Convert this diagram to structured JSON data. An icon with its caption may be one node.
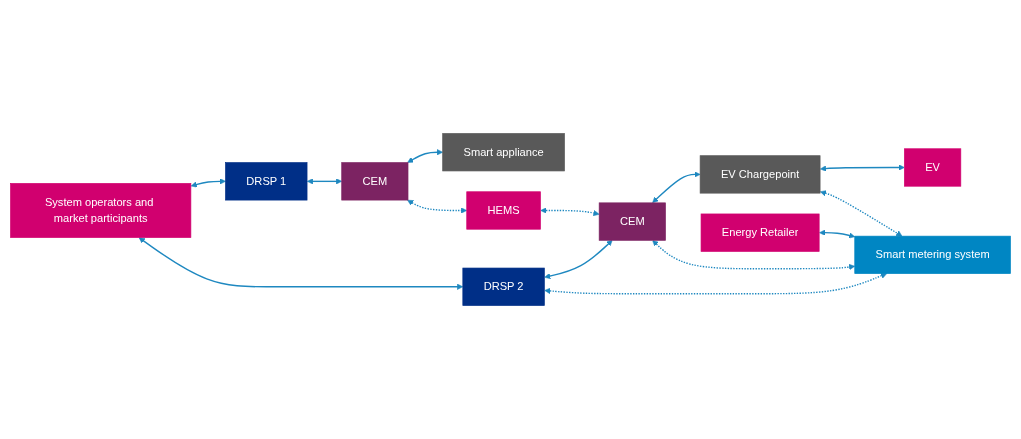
{
  "diagram": {
    "nodes": [
      {
        "text": [
          "System operators and market participants"
        ]
      },
      {
        "text": [
          "DRSP 1"
        ]
      },
      {
        "text": [
          "CEM"
        ]
      },
      {
        "text": [
          "Smart appliance"
        ]
      },
      {
        "text": [
          "HEMS"
        ]
      },
      {
        "text": [
          "DRSP 2"
        ]
      },
      {
        "text": [
          "CEM"
        ]
      },
      {
        "text": [
          "EV Chargepoint"
        ]
      },
      {
        "text": [
          "EV"
        ]
      },
      {
        "text": [
          "Energy Retailer"
        ]
      },
      {
        "text": [
          "Smart metering system"
        ]
      }
    ],
    "edges": [
      {
        "from": 0,
        "to": 1,
        "arrow": "both"
      },
      {
        "from": 1,
        "to": 2,
        "arrow": "both"
      },
      {
        "from": 2,
        "to": 3,
        "arrow": "both"
      },
      {
        "from": 2,
        "to": 4,
        "arrow": "both",
        "style": "dashed"
      },
      {
        "from": 4,
        "to": 6,
        "arrow": "both",
        "style": "dashed"
      },
      {
        "from": 0,
        "to": 5,
        "arrow": "both"
      },
      {
        "from": 5,
        "to": 6,
        "arrow": "both"
      },
      {
        "from": 6,
        "to": 7,
        "arrow": "both"
      },
      {
        "from": 7,
        "to": 8,
        "arrow": "both"
      },
      {
        "from": 5,
        "to": 10,
        "arrow": "both",
        "style": "dashed"
      },
      {
        "from": 6,
        "to": 10,
        "arrow": "both",
        "style": "dashed"
      },
      {
        "from": 7,
        "to": 10,
        "arrow": "both",
        "style": "dashed"
      },
      {
        "from": 9,
        "to": 10,
        "arrow": "both"
      }
    ]
  }
}
